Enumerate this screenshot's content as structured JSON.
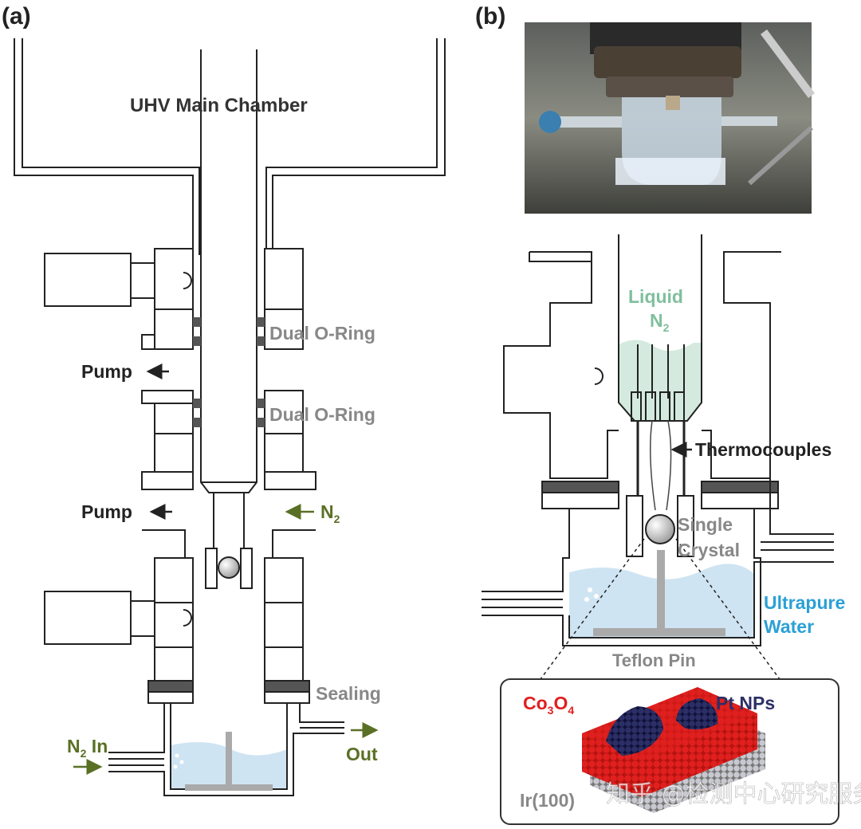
{
  "panel_a": {
    "tag": "(a)",
    "labels": {
      "chamber": "UHV Main Chamber",
      "oring_1": "Dual O-Ring",
      "oring_2": "Dual O-Ring",
      "pump_1": "Pump",
      "pump_2": "Pump",
      "n2_main": "N",
      "n2_sub": "2",
      "sealing": "Sealing",
      "n2in_main": "N",
      "n2in_sub": "2",
      "n2in_rest": " In",
      "out": "Out"
    }
  },
  "panel_b": {
    "tag": "(b)",
    "labels": {
      "liquid": "Liquid",
      "liquid_n_main": "N",
      "liquid_n_sub": "2",
      "thermocouples": "Thermocouples",
      "single": "Single",
      "crystal": "Crystal",
      "ultrapure": "Ultrapure",
      "water": "Water",
      "teflon": "Teflon Pin",
      "co3o4_a": "Co",
      "co3o4_s1": "3",
      "co3o4_b": "O",
      "co3o4_s2": "4",
      "pt": "Pt NPs",
      "ir": "Ir(100)"
    }
  },
  "watermark": "知乎 @检测中心研究服务",
  "colors": {
    "text_dark": "#333333",
    "text_gray": "#888888",
    "green": "#5a7025",
    "water_blue": "#cfe4f2",
    "water_label": "#2ba0d6",
    "liquid_n2": "#7fbf9d",
    "co3o4_red": "#e0201f",
    "pt_navy": "#2c2f66",
    "o_ring": "#555555"
  }
}
